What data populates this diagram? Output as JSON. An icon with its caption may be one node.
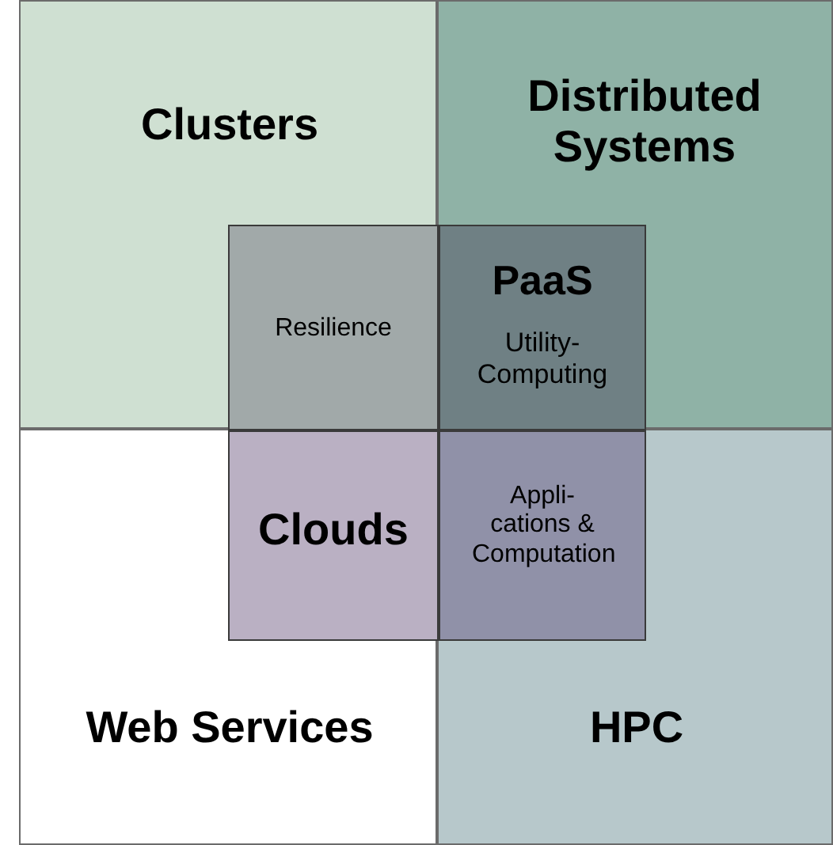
{
  "diagram": {
    "nodes": [
      {
        "text": [
          "Clusters"
        ]
      },
      {
        "text": [
          "Distributed Systems"
        ]
      },
      {
        "text": [
          "Web Services"
        ]
      },
      {
        "text": [
          "HPC"
        ]
      },
      {
        "text": [
          "Resilience"
        ],
        "in": 0
      },
      {
        "text": [
          "PaaS",
          "Utility-Computing"
        ],
        "in": 1
      },
      {
        "text": [
          "Clouds"
        ],
        "in": 2
      },
      {
        "text": [
          "Appli-cations & Computation"
        ],
        "in": 3
      }
    ]
  }
}
